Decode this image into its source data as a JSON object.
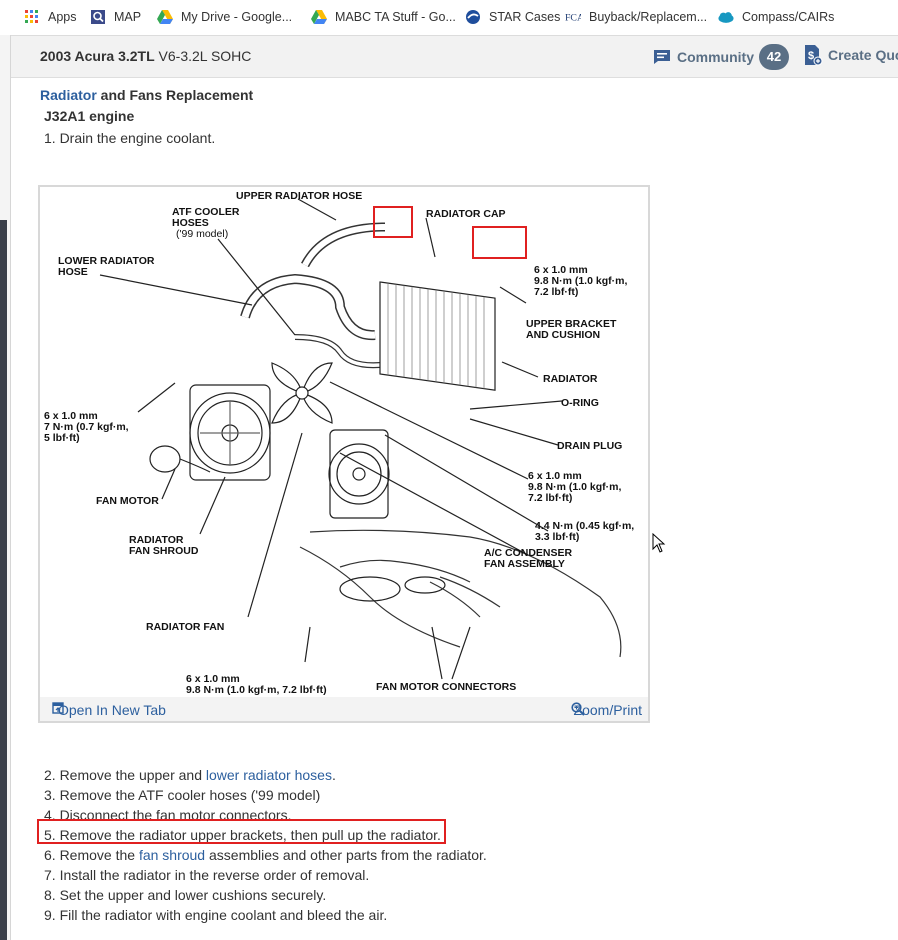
{
  "bookmarks": [
    {
      "label": "Apps",
      "icon": "apps-grid-icon"
    },
    {
      "label": "MAP",
      "icon": "map-search-icon"
    },
    {
      "label": "My Drive - Google...",
      "icon": "google-drive-icon"
    },
    {
      "label": "MABC TA Stuff - Go...",
      "icon": "google-drive-icon"
    },
    {
      "label": "STAR Cases",
      "icon": "star-cases-icon"
    },
    {
      "label": "Buyback/Replacem...",
      "icon": "fca-logo-icon"
    },
    {
      "label": "Compass/CAIRs",
      "icon": "salesforce-cloud-icon"
    }
  ],
  "header": {
    "vehicle_bold": "2003 Acura 3.2TL",
    "vehicle_rest": " V6-3.2L SOHC",
    "community_label": "Community",
    "community_count": "42",
    "quote_label": "Create Quo"
  },
  "content": {
    "title_link": "Radiator",
    "title_rest": " and Fans Replacement",
    "subtitle": "J32A1 engine",
    "step1": "1. Drain the engine coolant.",
    "open_new_tab": "Open In New Tab",
    "zoom_print": "Zoom/Print",
    "steps": [
      {
        "pre": "2. Remove the upper and ",
        "link": "lower radiator hoses",
        "post": "."
      },
      {
        "pre": "3. Remove the ATF cooler hoses ('99 model)",
        "link": "",
        "post": ""
      },
      {
        "pre": "4. Disconnect the fan motor connectors.",
        "link": "",
        "post": ""
      },
      {
        "pre": "5. Remove the radiator upper brackets, then pull up the radiator.",
        "link": "",
        "post": ""
      },
      {
        "pre": "6. Remove the ",
        "link": "fan shroud",
        "post": " assemblies and other parts from the radiator."
      },
      {
        "pre": "7. Install the radiator in the reverse order of removal.",
        "link": "",
        "post": ""
      },
      {
        "pre": "8. Set the upper and lower cushions securely.",
        "link": "",
        "post": ""
      },
      {
        "pre": "9. Fill the radiator with engine coolant and bleed the air.",
        "link": "",
        "post": ""
      }
    ]
  },
  "diagram": {
    "labels": {
      "upper_hose": "UPPER RADIATOR HOSE",
      "atf1": "ATF COOLER",
      "atf2": "HOSES",
      "atf3": "('99 model)",
      "cap": "RADIATOR CAP",
      "lower1": "LOWER RADIATOR",
      "lower2": "HOSE",
      "spec_a1": "6 x 1.0 mm",
      "spec_a2": "9.8 N·m (1.0 kgf·m,",
      "spec_a3": "7.2 lbf·ft)",
      "bracket1": "UPPER BRACKET",
      "bracket2": "AND CUSHION",
      "radiator": "RADIATOR",
      "oring": "O-RING",
      "spec_b1": "6 x 1.0 mm",
      "spec_b2": "7 N·m (0.7 kgf·m,",
      "spec_b3": "5 lbf·ft)",
      "drain": "DRAIN PLUG",
      "spec_c1": "6 x 1.0 mm",
      "spec_c2": "9.8 N·m (1.0 kgf·m,",
      "spec_c3": "7.2 lbf·ft)",
      "fanmotor": "FAN MOTOR",
      "spec_d1": "4.4 N·m (0.45 kgf·m,",
      "spec_d2": "3.3 lbf·ft)",
      "shroud1": "RADIATOR",
      "shroud2": "FAN SHROUD",
      "ac1": "A/C CONDENSER",
      "ac2": "FAN ASSEMBLY",
      "radfan": "RADIATOR FAN",
      "spec_e1": "6 x 1.0 mm",
      "spec_e2": "9.8 N·m (1.0 kgf·m, 7.2 lbf·ft)",
      "connectors": "FAN MOTOR CONNECTORS"
    }
  }
}
